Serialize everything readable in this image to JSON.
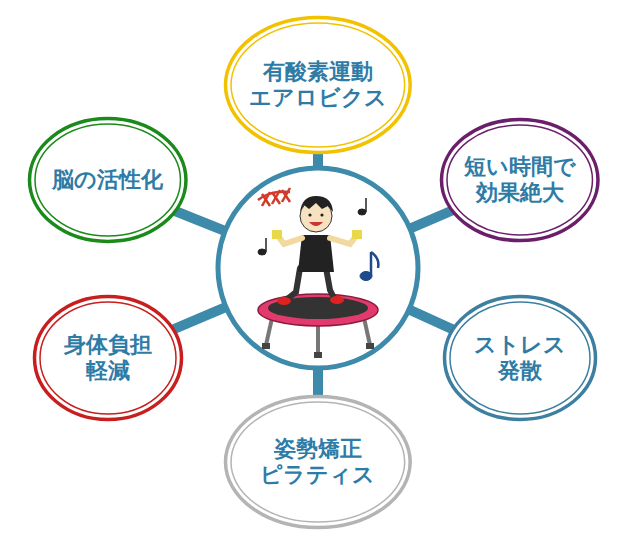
{
  "diagram": {
    "nodes": [
      {
        "text": [
          "有酸素運動 エアロビクス"
        ]
      },
      {
        "text": [
          "脳の活性化"
        ]
      },
      {
        "text": [
          "短い時間で 効果絶大"
        ]
      },
      {
        "text": [
          "身体負担 軽減"
        ]
      },
      {
        "text": [
          "ストレス 発散"
        ]
      },
      {
        "text": [
          "姿勢矯正 ピラティス"
        ]
      }
    ]
  }
}
